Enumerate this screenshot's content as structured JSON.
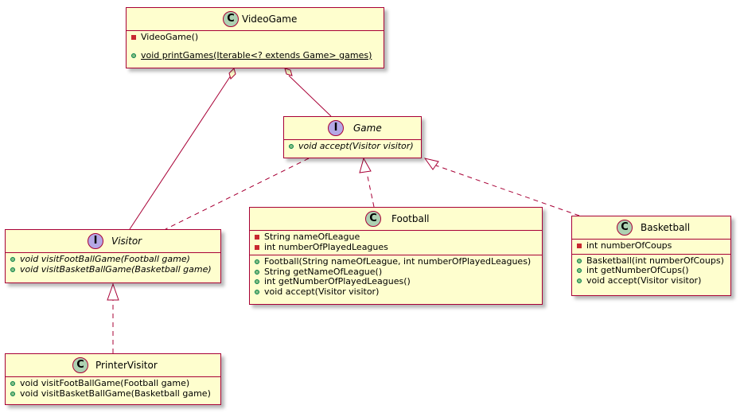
{
  "colors": {
    "fill": "#fefece",
    "border": "#a80036",
    "class_badge": "#add1b2",
    "interface_badge": "#b4a7e5",
    "public": "#84be84",
    "private": "#c82930"
  },
  "video_game": {
    "badge": "C",
    "name": "VideoGame",
    "fields": [],
    "methods": [
      {
        "vis": "private",
        "text": "VideoGame()"
      },
      {
        "vis": "blank",
        "text": ""
      },
      {
        "vis": "public",
        "text": "void printGames(Iterable<? extends Game> games)",
        "static": true
      }
    ]
  },
  "game": {
    "badge": "I",
    "name": "Game",
    "methods": [
      {
        "vis": "public",
        "text": "void accept(Visitor visitor)"
      }
    ]
  },
  "visitor": {
    "badge": "I",
    "name": "Visitor",
    "methods": [
      {
        "vis": "public",
        "text": "void visitFootBallGame(Football game)"
      },
      {
        "vis": "public",
        "text": "void visitBasketBallGame(Basketball game)"
      }
    ]
  },
  "football": {
    "badge": "C",
    "name": "Football",
    "fields": [
      {
        "vis": "private",
        "text": "String nameOfLeague"
      },
      {
        "vis": "private",
        "text": "int numberOfPlayedLeagues"
      }
    ],
    "methods": [
      {
        "vis": "public",
        "text": "Football(String nameOfLeague, int numberOfPlayedLeagues)"
      },
      {
        "vis": "public",
        "text": "String getNameOfLeague()"
      },
      {
        "vis": "public",
        "text": "int getNumberOfPlayedLeagues()"
      },
      {
        "vis": "public",
        "text": "void accept(Visitor visitor)"
      }
    ]
  },
  "basketball": {
    "badge": "C",
    "name": "Basketball",
    "fields": [
      {
        "vis": "private",
        "text": "int numberOfCoups"
      }
    ],
    "methods": [
      {
        "vis": "public",
        "text": "Basketball(int numberOfCoups)"
      },
      {
        "vis": "public",
        "text": "int getNumberOfCups()"
      },
      {
        "vis": "public",
        "text": "void accept(Visitor visitor)"
      }
    ]
  },
  "printer_visitor": {
    "badge": "C",
    "name": "PrinterVisitor",
    "methods": [
      {
        "vis": "public",
        "text": "void visitFootBallGame(Football game)"
      },
      {
        "vis": "public",
        "text": "void visitBasketBallGame(Basketball game)"
      }
    ]
  }
}
